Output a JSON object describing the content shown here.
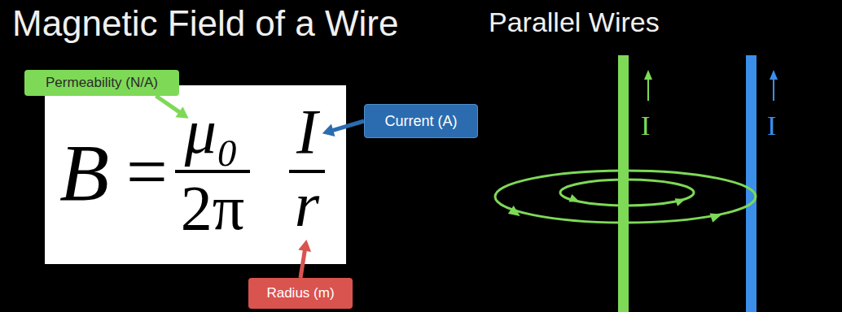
{
  "diagram": {
    "title": "Magnetic Field of a Wire",
    "nodes": [
      {
        "text": [
          "Permeability (N/A)"
        ]
      },
      {
        "text": [
          "B",
          "=",
          "μ₀",
          "2π",
          "I",
          "r"
        ]
      },
      {
        "text": [
          "Current (A)"
        ]
      },
      {
        "text": [
          "Radius (m)"
        ]
      }
    ],
    "edges": [
      {
        "from": 0,
        "to": 1,
        "arrow": "to"
      },
      {
        "from": 2,
        "to": 1,
        "arrow": "to"
      },
      {
        "from": 3,
        "to": 1,
        "arrow": "to"
      }
    ],
    "labels": [
      "Parallel Wires",
      "I",
      "I"
    ]
  }
}
